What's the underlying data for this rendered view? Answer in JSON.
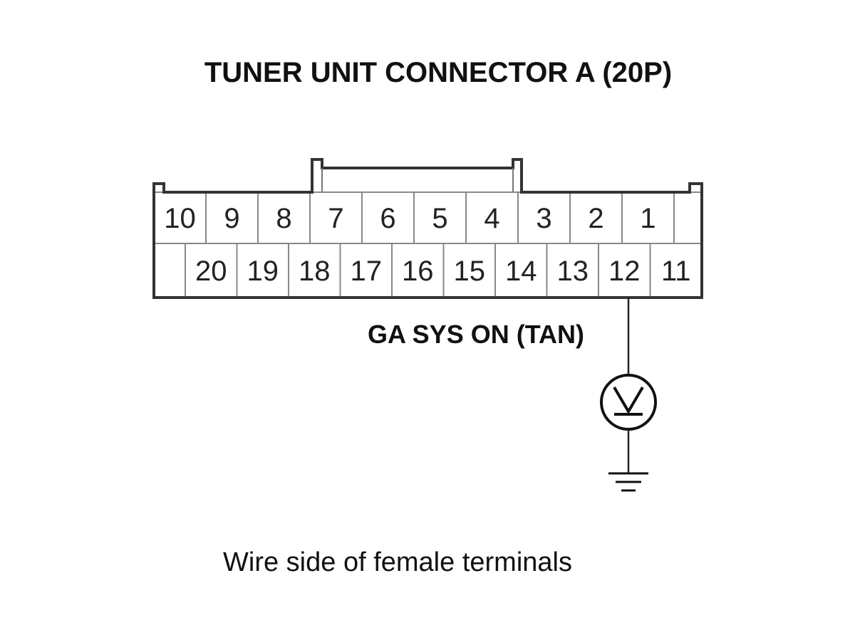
{
  "title": "TUNER UNIT CONNECTOR A (20P)",
  "connector": {
    "top_row_pins": [
      "10",
      "9",
      "8",
      "7",
      "6",
      "5",
      "4",
      "3",
      "2",
      "1"
    ],
    "bottom_row_pins": [
      "20",
      "19",
      "18",
      "17",
      "16",
      "15",
      "14",
      "13",
      "12",
      "11"
    ],
    "tested_pin": "12"
  },
  "signal_label": "GA SYS ON (TAN)",
  "meter_symbol": "V",
  "ground_icon": "ground-symbol-icon",
  "voltmeter_icon": "voltmeter-icon",
  "caption": "Wire side of female terminals"
}
